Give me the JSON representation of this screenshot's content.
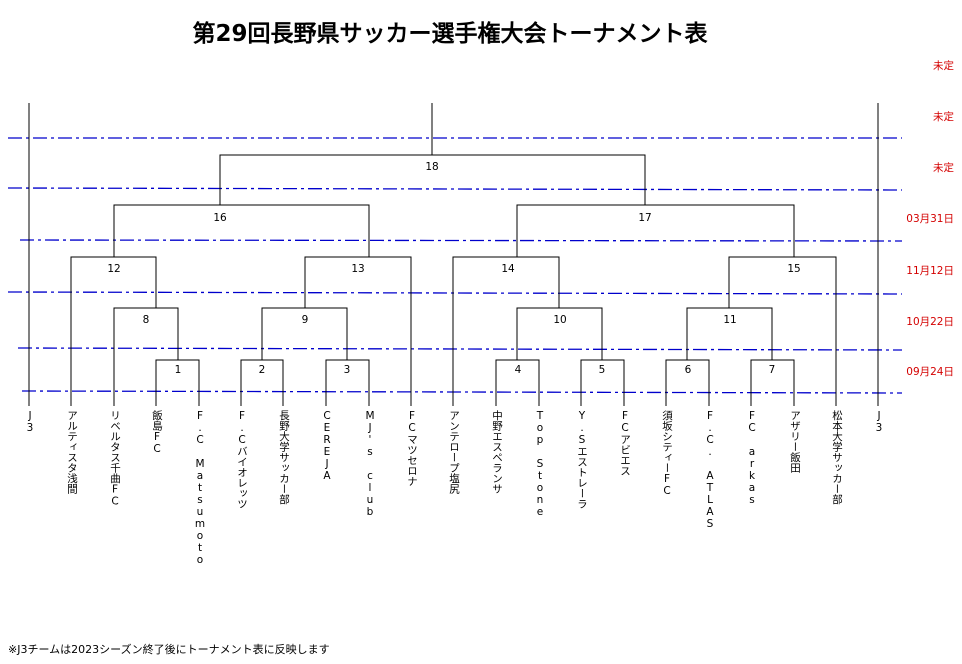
{
  "title": "第29回長野県サッカー選手権大会トーナメント表",
  "round_dates": [
    "未定",
    "未定",
    "未定",
    "03月31日",
    "11月12日",
    "10月22日",
    "09月24日"
  ],
  "teams": [
    "J3",
    "アルティスタ浅間",
    "リベルタス千曲FC",
    "飯島FC",
    "F.C Matsumoto",
    "F.Cバイオレッツ",
    "長野大学サッカー部",
    "CEREJA",
    "MJ's club",
    "FCマツセロナ",
    "アンテロープ塩尻",
    "中野エスペランサ",
    "Top Stone",
    "Y.Sエストレーラ",
    "FCアビエス",
    "須坂シティーFC",
    "F.C. ATLAS",
    "FC arkas",
    "アザリー飯田",
    "松本大学サッカー部",
    "J3"
  ],
  "matches": [
    "1",
    "2",
    "3",
    "4",
    "5",
    "6",
    "7",
    "8",
    "9",
    "10",
    "11",
    "12",
    "13",
    "14",
    "15",
    "16",
    "17",
    "18"
  ],
  "footnote": "※J3チームは2023シーズン終了後にトーナメント表に反映します",
  "colors": {
    "dates": "#d40000",
    "dash_lines": "#0000cc",
    "bracket": "#000000"
  }
}
